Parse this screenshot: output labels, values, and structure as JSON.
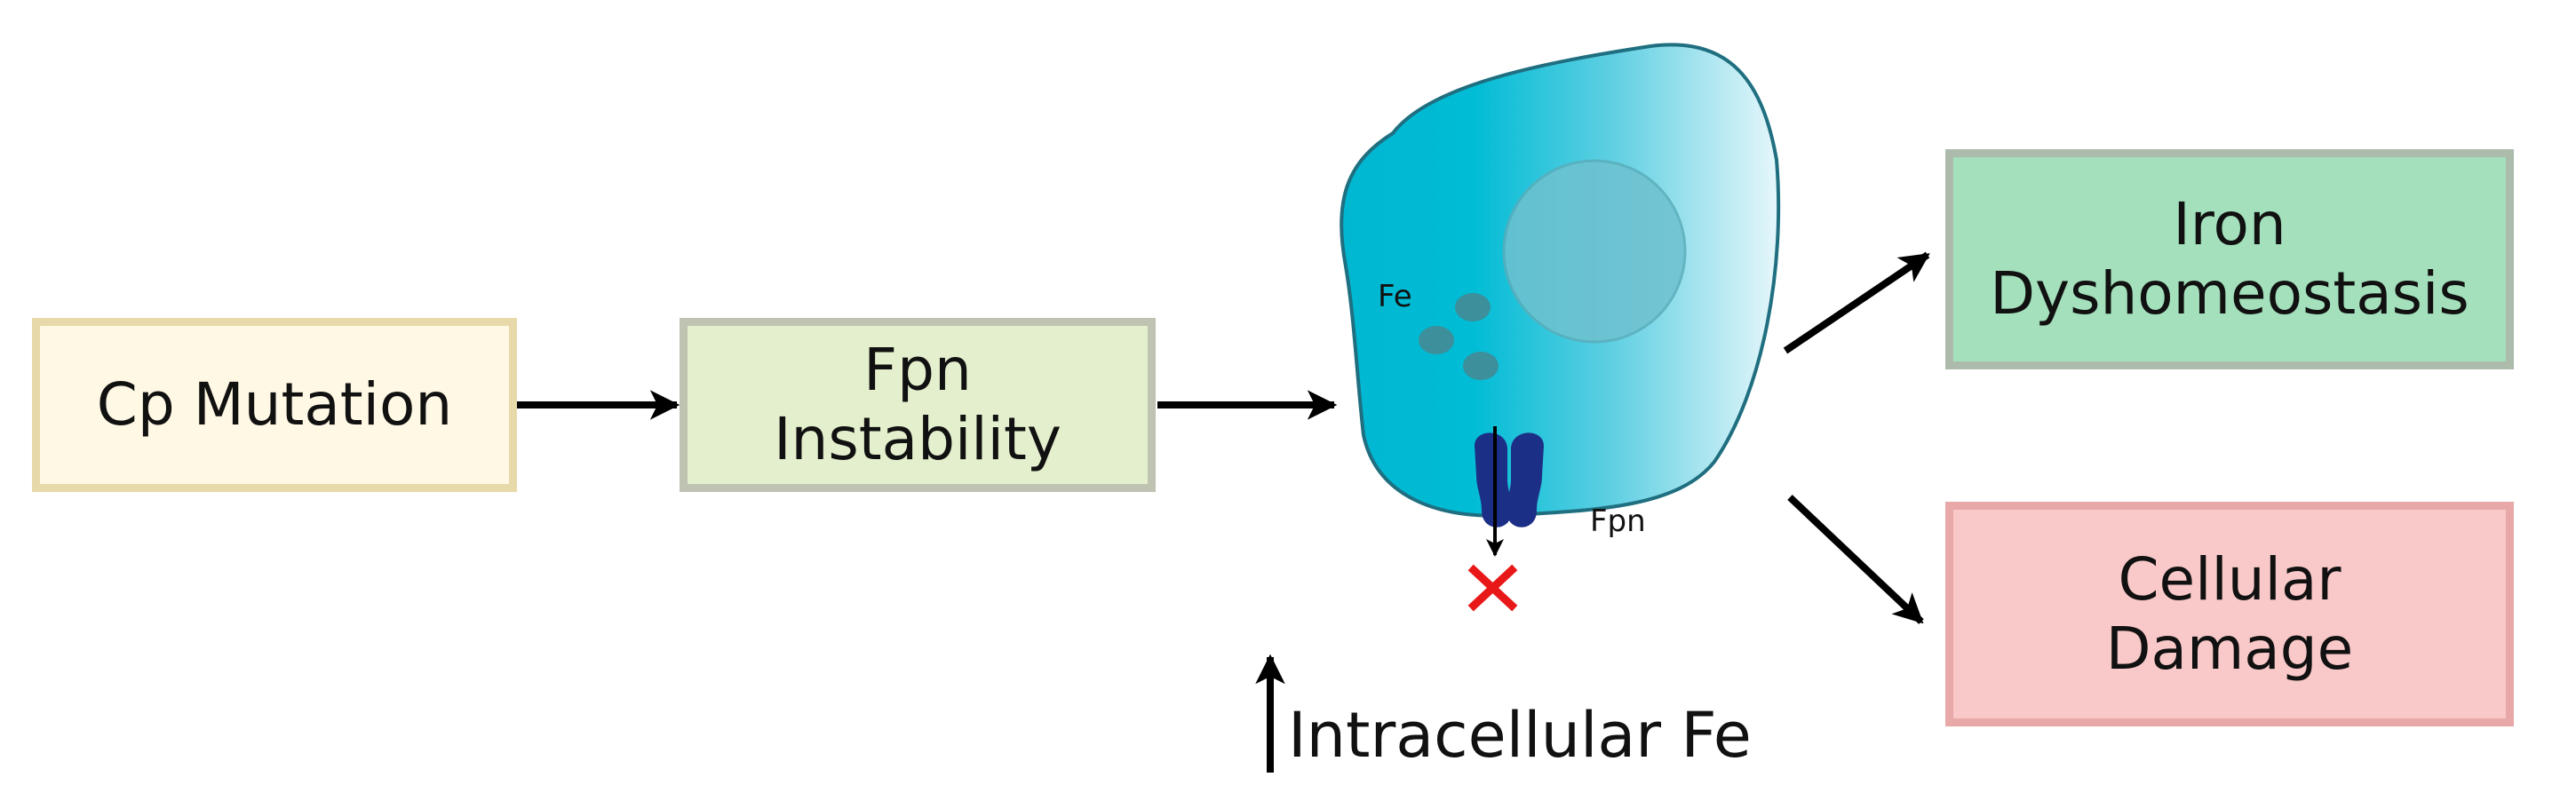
{
  "boxes": {
    "cp_mutation": {
      "line1": "Cp Mutation"
    },
    "fpn_instability": {
      "line1": "Fpn",
      "line2": "Instability"
    },
    "iron_dyshomeostasis": {
      "line1": "Iron",
      "line2": "Dyshomeostasis"
    },
    "cellular_damage": {
      "line1": "Cellular",
      "line2": "Damage"
    }
  },
  "cell": {
    "fe_label": "Fe",
    "fpn_label": "Fpn"
  },
  "footer": {
    "intracellular_label": "Intracellular Fe"
  },
  "colors": {
    "cell_dark": "#00b7d1",
    "cell_light": "#e6f7fb",
    "cell_outline": "#1f6f80",
    "nucleus": "#6fc1cf",
    "iron_granule": "#3c8f9b",
    "transporter": "#1b2f86",
    "blocked_mark": "#e81818",
    "arrow": "#000000"
  }
}
